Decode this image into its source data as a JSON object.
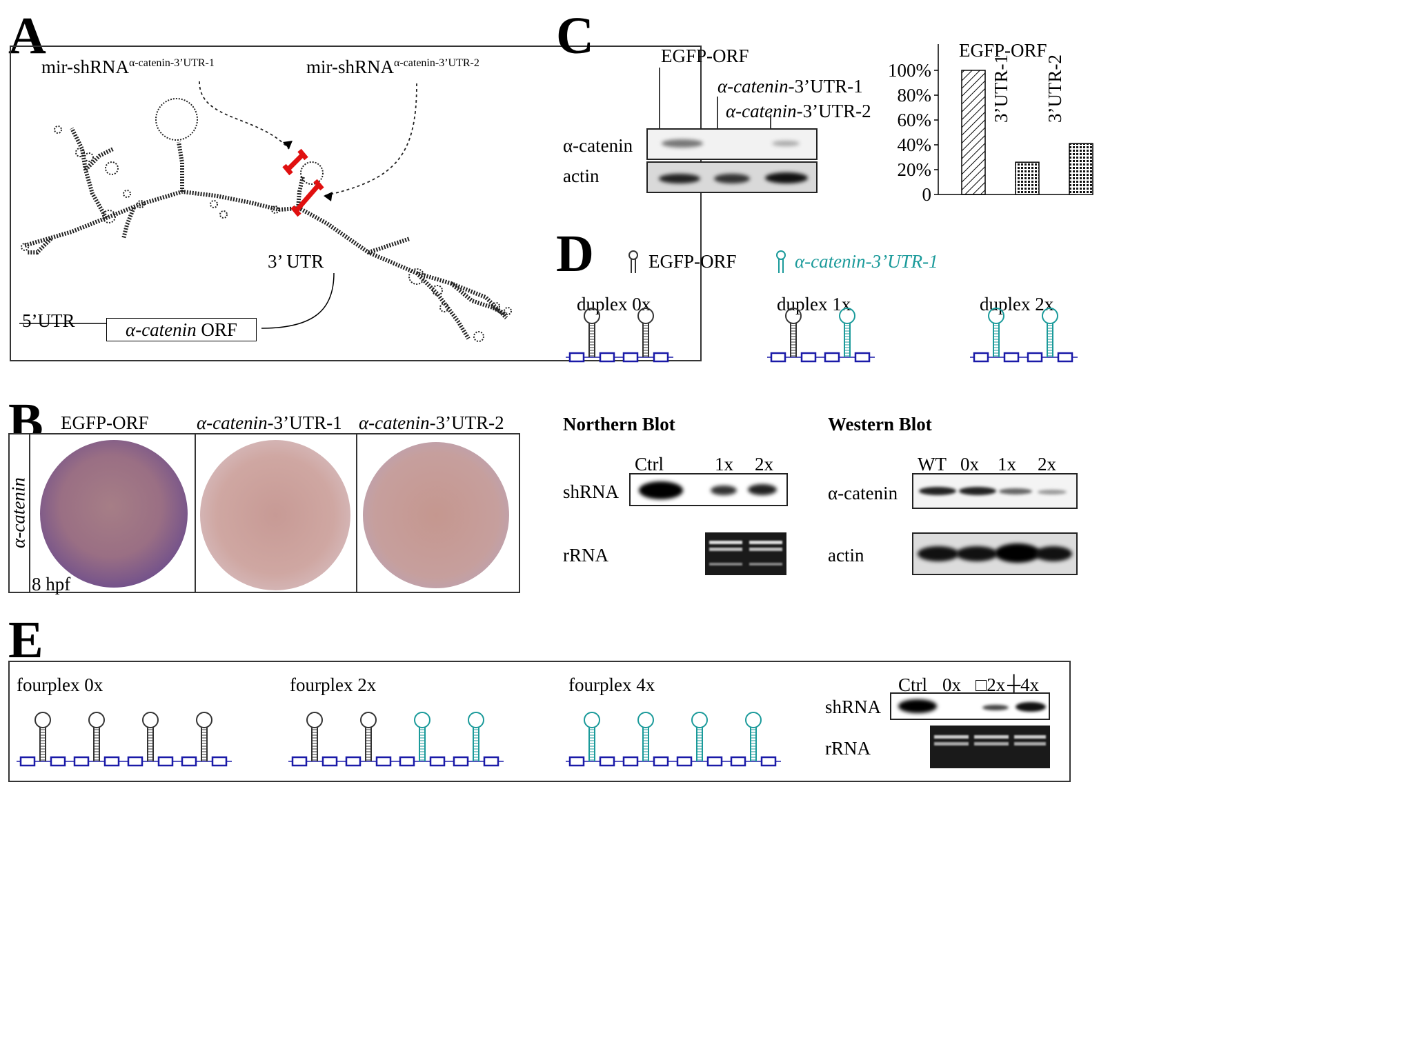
{
  "panels": {
    "a": {
      "label": "A",
      "shrna1": "mir-shRNA",
      "shrna1_sup": "α-catenin-3’UTR-1",
      "shrna2": "mir-shRNA",
      "shrna2_sup": "α-catenin-3’UTR-2",
      "utr3": "3’ UTR",
      "utr5": "5’UTR",
      "orf_italic": "α-catenin",
      "orf": " ORF"
    },
    "b": {
      "label": "B",
      "col1": "EGFP-ORF",
      "col2_italic": "α-catenin",
      "col2": "-3’UTR-1",
      "col3_italic": "α-catenin",
      "col3": "-3’UTR-2",
      "side": "α-catenin",
      "stage": "8 hpf"
    },
    "c": {
      "label": "C",
      "lane1": "EGFP-ORF",
      "lane2_italic": "α-catenin",
      "lane2": "-3’UTR-1",
      "lane3_italic": "α-catenin",
      "lane3": "-3’UTR-2",
      "row1": "α-catenin",
      "row2": "actin"
    },
    "d": {
      "label": "D",
      "legend1": "EGFP-ORF",
      "legend2": "α-catenin-3’UTR-1",
      "duplex0": "duplex 0x",
      "duplex1": "duplex 1x",
      "duplex2": "duplex 2x",
      "northern_title": "Northern Blot",
      "western_title": "Western Blot",
      "n_lanes": [
        "Ctrl",
        "1x",
        "2x"
      ],
      "n_row1": "shRNA",
      "n_row2": "rRNA",
      "w_lanes": [
        "WT",
        "0x",
        "1x",
        "2x"
      ],
      "w_row1": "α-catenin",
      "w_row2": "actin"
    },
    "e": {
      "label": "E",
      "f0": "fourplex 0x",
      "f2": "fourplex 2x",
      "f4": "fourplex 4x",
      "lanes": [
        "Ctrl",
        "0x",
        "□2x",
        "┼4x"
      ],
      "row1": "shRNA",
      "row2": "rRNA"
    }
  },
  "colors": {
    "black_hairpin": "#333333",
    "teal_hairpin": "#1a9a9a",
    "exon": "#1a1aa8",
    "target_marker": "#e01010"
  },
  "chart_data": {
    "type": "bar",
    "categories": [
      "EGFP-ORF",
      "3’UTR-1",
      "3’UTR-2"
    ],
    "values": [
      100,
      26,
      41
    ],
    "ylim": [
      0,
      100
    ],
    "yticks": [
      "0",
      "20%",
      "40%",
      "60%",
      "80%",
      "100%"
    ],
    "title": "",
    "xlabel": "",
    "ylabel": ""
  }
}
